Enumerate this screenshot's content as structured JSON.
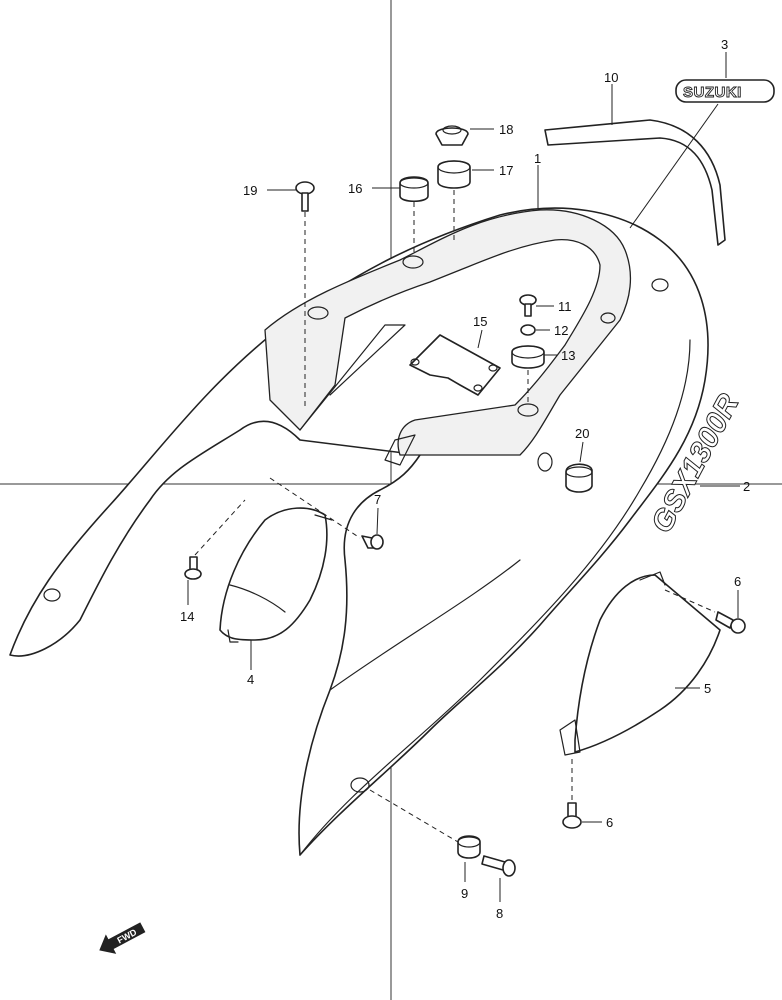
{
  "callouts": {
    "c1": "1",
    "c2": "2",
    "c3": "3",
    "c4": "4",
    "c5": "5",
    "c6a": "6",
    "c6b": "6",
    "c7": "7",
    "c8": "8",
    "c9": "9",
    "c10": "10",
    "c11": "11",
    "c12": "12",
    "c13": "13",
    "c14": "14",
    "c15": "15",
    "c16": "16",
    "c17": "17",
    "c18": "18",
    "c19": "19",
    "c20": "20"
  },
  "brand_emblem": "SUZUKI",
  "side_decal": "GSX1300R",
  "forward_arrow": "FWD"
}
